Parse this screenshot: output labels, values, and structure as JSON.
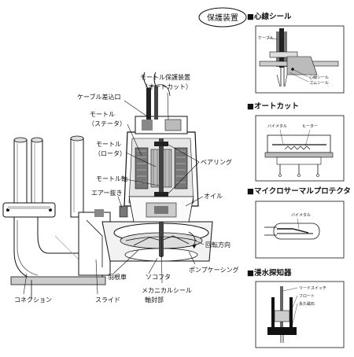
{
  "badge": "保護装置",
  "main_labels": {
    "motor_protector_line1": "モートル保護装置",
    "motor_protector_line2": "（オートカット）",
    "cable_entry": "ケーブル差込口",
    "motor_stator_line1": "モートル",
    "motor_stator_line2": "（ステータ）",
    "motor_rotor_line1": "モートル",
    "motor_rotor_line2": "（ロータ）",
    "motor_shaft": "モートル軸",
    "air_vent": "エアー抜き",
    "bearing": "ベアリング",
    "oil": "オイル",
    "rotation_direction": "回転方向",
    "pump_casing": "ポンプケーシング",
    "impeller": "羽根車",
    "sole_cover": "ソコフタ",
    "slide": "スライド",
    "connection": "コネクション",
    "mech_seal_line1": "メカニカルシール",
    "mech_seal_line2": "軸封部"
  },
  "panels": [
    {
      "title": "■心線シール",
      "labels": [
        "ケーブル",
        "心線シール",
        "ゴムシール"
      ]
    },
    {
      "title": "■オートカット",
      "labels": [
        "バイメタル",
        "ヒーター"
      ]
    },
    {
      "title": "■マイクロサーマルプロテクタ",
      "labels": [
        "バイメタル"
      ]
    },
    {
      "title": "■浸水探知器",
      "labels": [
        "リードスイッチ",
        "フロート",
        "永久磁石"
      ]
    }
  ]
}
